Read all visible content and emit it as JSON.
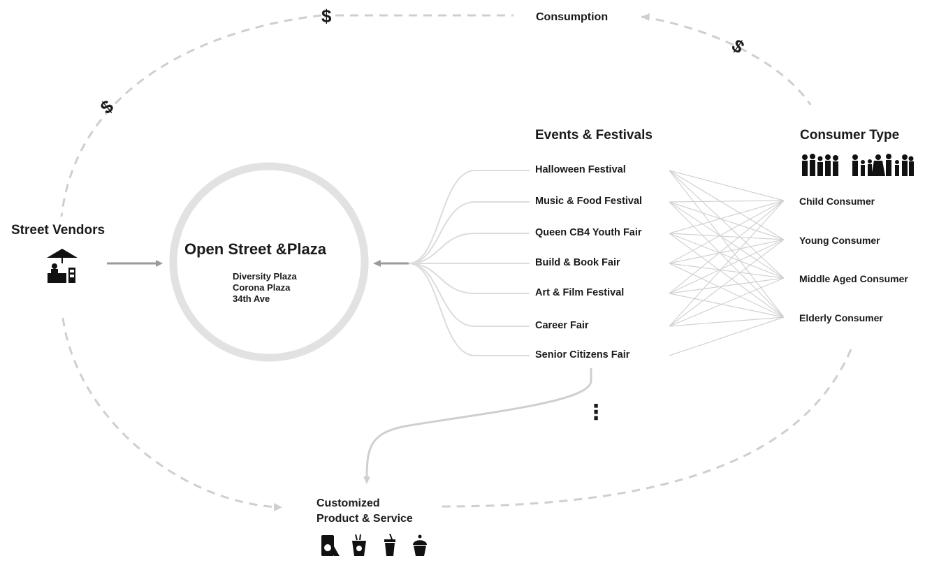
{
  "consumption_label": "Consumption",
  "currency_symbol": "$",
  "street_vendors": {
    "label": "Street Vendors",
    "icon": "vendor-stall-icon"
  },
  "plaza": {
    "title": "Open Street &Plaza",
    "locations": [
      "Diversity Plaza",
      "Corona Plaza",
      "34th Ave"
    ]
  },
  "events": {
    "title": "Events & Festivals",
    "items": [
      "Halloween Festival",
      "Music & Food Festival",
      "Queen CB4 Youth Fair",
      "Build & Book Fair",
      "Art & Film Festival",
      "Career Fair",
      "Senior Citizens Fair"
    ],
    "ellipsis": "⋮"
  },
  "consumers": {
    "title": "Consumer Type",
    "icons": [
      "crowd-group-icon",
      "family-group-icon"
    ],
    "items": [
      "Child Consumer",
      "Young Consumer",
      "Middle Aged Consumer",
      "Elderly Consumer"
    ]
  },
  "product": {
    "label_line1": "Customized",
    "label_line2": "Product & Service",
    "icons": [
      "device-icon",
      "takeout-icon",
      "drink-icon",
      "cupcake-icon"
    ]
  },
  "colors": {
    "dash": "#cfcfcf",
    "arrow": "#9a9a9a",
    "ring": "#e2e2e2",
    "branch": "#dcdcdc",
    "link": "#d2d2d2"
  }
}
